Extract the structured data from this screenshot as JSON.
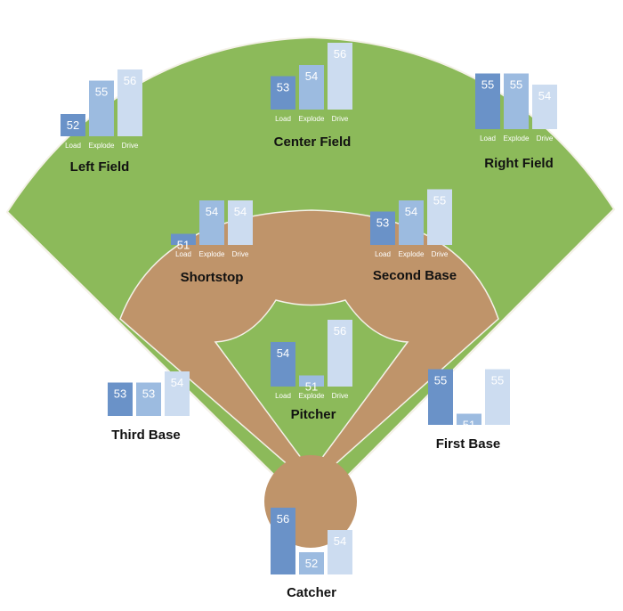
{
  "chart_data": {
    "type": "bar",
    "categories": [
      "Load",
      "Explode",
      "Drive"
    ],
    "ylim": [
      0,
      100
    ],
    "colors": {
      "field_grass": "#8CBA5A",
      "infield_dirt": "#BF946A",
      "chalk_line": "#F4F1E8",
      "load": "#6A92C8",
      "explode": "#9CBBE0",
      "drive": "#CCDCF0"
    },
    "positions": [
      {
        "name": "Left Field",
        "values": [
          52,
          55,
          56
        ],
        "show_metric_labels": true
      },
      {
        "name": "Center Field",
        "values": [
          53,
          54,
          56
        ],
        "show_metric_labels": true
      },
      {
        "name": "Right Field",
        "values": [
          55,
          55,
          54
        ],
        "show_metric_labels": true
      },
      {
        "name": "Shortstop",
        "values": [
          51,
          54,
          54
        ],
        "show_metric_labels": true
      },
      {
        "name": "Second Base",
        "values": [
          53,
          54,
          55
        ],
        "show_metric_labels": true
      },
      {
        "name": "Pitcher",
        "values": [
          54,
          51,
          56
        ],
        "show_metric_labels": true
      },
      {
        "name": "Third Base",
        "values": [
          53,
          53,
          54
        ],
        "show_metric_labels": false
      },
      {
        "name": "First Base",
        "values": [
          55,
          51,
          55
        ],
        "show_metric_labels": false
      },
      {
        "name": "Catcher",
        "values": [
          56,
          52,
          54
        ],
        "show_metric_labels": false
      }
    ]
  }
}
